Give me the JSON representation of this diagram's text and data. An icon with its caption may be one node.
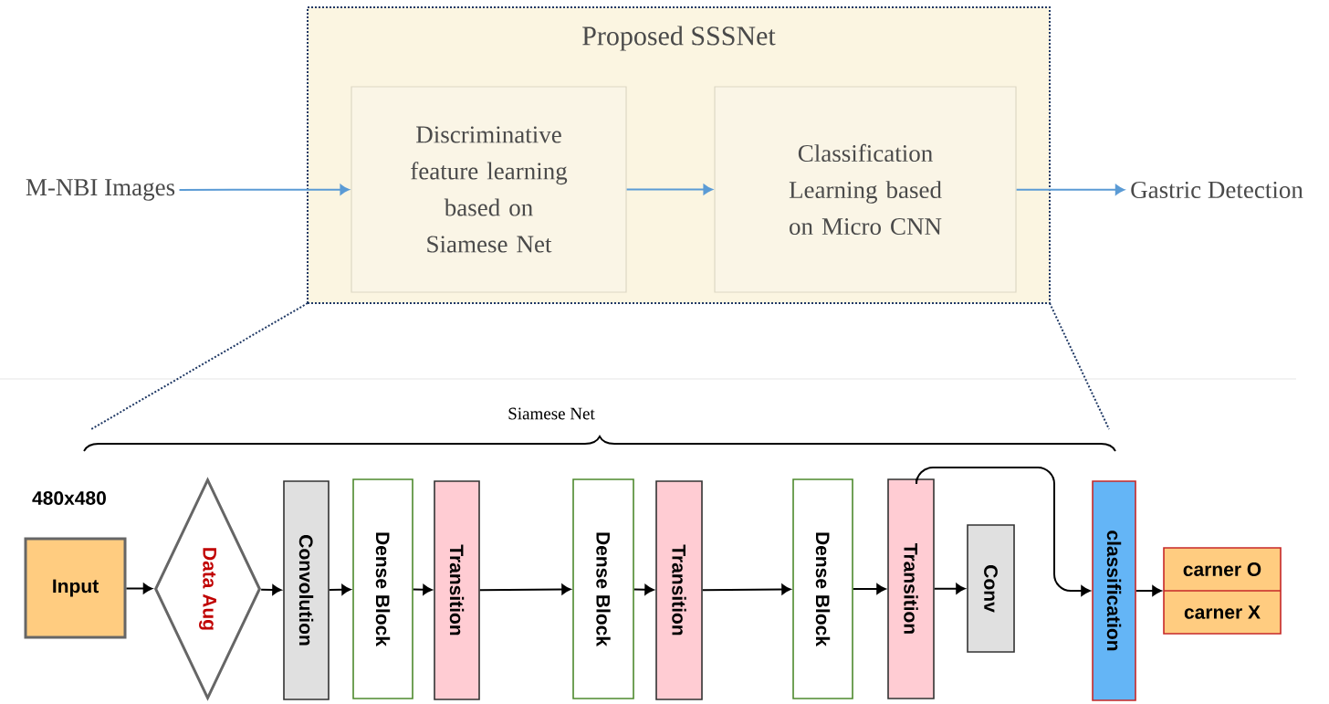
{
  "diagram": {
    "nodes": [
      {
        "text": [
          "Proposed SSSNet"
        ]
      },
      {
        "text": [
          "Discriminative feature learning based on Siamese Net"
        ],
        "in": 0
      },
      {
        "text": [
          "Classification Learning based on Micro CNN"
        ],
        "in": 0
      },
      {
        "text": [
          "M-NBI Images"
        ]
      },
      {
        "text": [
          "Gastric Detection"
        ]
      },
      {
        "text": [
          "Input"
        ],
        "beside": [
          "480x480"
        ]
      },
      {
        "text": [
          "Data Aug"
        ]
      },
      {
        "text": [
          "Convolution"
        ]
      },
      {
        "text": [
          "Dense Block"
        ]
      },
      {
        "text": [
          "Transition"
        ]
      },
      {
        "text": [
          "Dense Block"
        ]
      },
      {
        "text": [
          "Transition"
        ]
      },
      {
        "text": [
          "Dense Block"
        ]
      },
      {
        "text": [
          "Transition"
        ]
      },
      {
        "text": [
          "Conv"
        ]
      },
      {
        "text": [
          "classification"
        ]
      },
      {
        "text": [
          "carner O",
          "carner X"
        ]
      }
    ],
    "edges": [
      {
        "from": 3,
        "to": 1,
        "arrow": "to",
        "color": "#5b9bd5"
      },
      {
        "from": 1,
        "to": 2,
        "arrow": "to",
        "color": "#5b9bd5"
      },
      {
        "from": 2,
        "to": 4,
        "arrow": "to",
        "color": "#5b9bd5"
      },
      {
        "from": 5,
        "to": 6,
        "arrow": "to"
      },
      {
        "from": 6,
        "to": 7,
        "arrow": "to"
      },
      {
        "from": 7,
        "to": 8,
        "arrow": "to"
      },
      {
        "from": 8,
        "to": 9,
        "arrow": "to"
      },
      {
        "from": 9,
        "to": 10,
        "arrow": "to"
      },
      {
        "from": 10,
        "to": 11,
        "arrow": "to"
      },
      {
        "from": 11,
        "to": 12,
        "arrow": "to"
      },
      {
        "from": 12,
        "to": 13,
        "arrow": "to"
      },
      {
        "from": 13,
        "to": 14,
        "arrow": "to"
      },
      {
        "from": 13,
        "to": 15,
        "arrow": "to"
      },
      {
        "from": 15,
        "to": 16,
        "arrow": "to"
      }
    ],
    "labels": [
      "Siamese Net"
    ]
  }
}
